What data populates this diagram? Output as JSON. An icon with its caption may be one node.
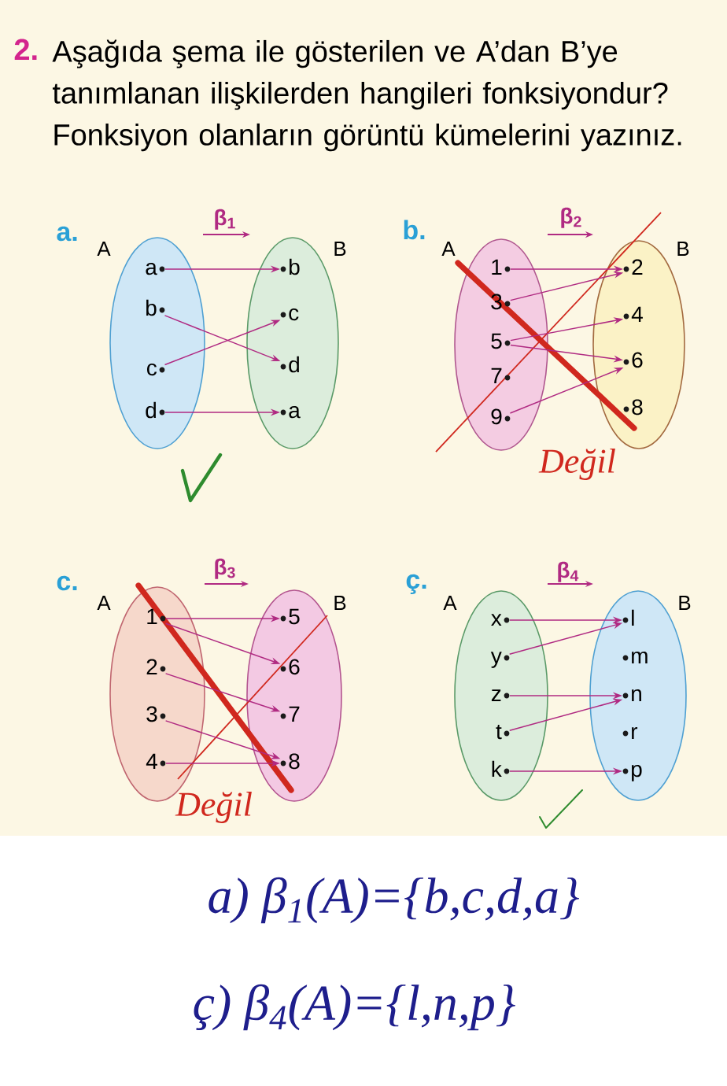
{
  "diagram": {
    "title": "Aşağıda şema ile gösterilen ve A’dan B’ye tanımlanan ilişkilerden hangileri fonksiyondur? Fonksiyon olanların görüntü kümelerini yazınız.",
    "nodes": [
      {
        "text": [
          "A"
        ]
      },
      {
        "text": [
          "a"
        ],
        "in": 0
      },
      {
        "text": [
          "b"
        ],
        "in": 0
      },
      {
        "text": [
          "c"
        ],
        "in": 0
      },
      {
        "text": [
          "d"
        ],
        "in": 0
      },
      {
        "text": [
          "B"
        ]
      },
      {
        "text": [
          "b"
        ],
        "in": 5
      },
      {
        "text": [
          "c"
        ],
        "in": 5
      },
      {
        "text": [
          "d"
        ],
        "in": 5
      },
      {
        "text": [
          "a"
        ],
        "in": 5
      },
      {
        "text": [
          "A"
        ]
      },
      {
        "text": [
          "1"
        ],
        "in": 10
      },
      {
        "text": [
          "3"
        ],
        "in": 10
      },
      {
        "text": [
          "5"
        ],
        "in": 10
      },
      {
        "text": [
          "7"
        ],
        "in": 10
      },
      {
        "text": [
          "9"
        ],
        "in": 10
      },
      {
        "text": [
          "B"
        ]
      },
      {
        "text": [
          "2"
        ],
        "in": 16
      },
      {
        "text": [
          "4"
        ],
        "in": 16
      },
      {
        "text": [
          "6"
        ],
        "in": 16
      },
      {
        "text": [
          "8"
        ],
        "in": 16
      },
      {
        "text": [
          "A"
        ]
      },
      {
        "text": [
          "1"
        ],
        "in": 21
      },
      {
        "text": [
          "2"
        ],
        "in": 21
      },
      {
        "text": [
          "3"
        ],
        "in": 21
      },
      {
        "text": [
          "4"
        ],
        "in": 21
      },
      {
        "text": [
          "B"
        ]
      },
      {
        "text": [
          "5"
        ],
        "in": 26
      },
      {
        "text": [
          "6"
        ],
        "in": 26
      },
      {
        "text": [
          "7"
        ],
        "in": 26
      },
      {
        "text": [
          "8"
        ],
        "in": 26
      },
      {
        "text": [
          "A"
        ]
      },
      {
        "text": [
          "x"
        ],
        "in": 31
      },
      {
        "text": [
          "y"
        ],
        "in": 31
      },
      {
        "text": [
          "z"
        ],
        "in": 31
      },
      {
        "text": [
          "t"
        ],
        "in": 31
      },
      {
        "text": [
          "k"
        ],
        "in": 31
      },
      {
        "text": [
          "B"
        ]
      },
      {
        "text": [
          "l"
        ],
        "in": 37
      },
      {
        "text": [
          "m"
        ],
        "in": 37
      },
      {
        "text": [
          "n"
        ],
        "in": 37
      },
      {
        "text": [
          "r"
        ],
        "in": 37
      },
      {
        "text": [
          "p"
        ],
        "in": 37
      }
    ],
    "edges": [
      {
        "from": 1,
        "to": 6,
        "arrow": "to"
      },
      {
        "from": 2,
        "to": 8,
        "arrow": "to"
      },
      {
        "from": 3,
        "to": 7,
        "arrow": "to"
      },
      {
        "from": 4,
        "to": 9,
        "arrow": "to"
      },
      {
        "from": 11,
        "to": 17,
        "arrow": "to"
      },
      {
        "from": 12,
        "to": 17,
        "arrow": "to"
      },
      {
        "from": 13,
        "to": 18,
        "arrow": "to"
      },
      {
        "from": 13,
        "to": 19,
        "arrow": "to"
      },
      {
        "from": 15,
        "to": 19,
        "arrow": "to"
      },
      {
        "from": 22,
        "to": 27,
        "arrow": "to"
      },
      {
        "from": 22,
        "to": 28,
        "arrow": "to"
      },
      {
        "from": 23,
        "to": 29,
        "arrow": "to"
      },
      {
        "from": 24,
        "to": 30,
        "arrow": "to"
      },
      {
        "from": 25,
        "to": 30,
        "arrow": "to"
      },
      {
        "from": 32,
        "to": 38,
        "arrow": "to"
      },
      {
        "from": 33,
        "to": 38,
        "arrow": "to"
      },
      {
        "from": 34,
        "to": 40,
        "arrow": "to"
      },
      {
        "from": 35,
        "to": 40,
        "arrow": "to"
      },
      {
        "from": 36,
        "to": 42,
        "arrow": "to"
      }
    ],
    "labels": [
      "2.",
      "a.",
      "β$_{1}$",
      "b.",
      "β$_{2}$",
      "Değil",
      "c.",
      "β$_{3}$",
      "ç.",
      "β$_{4}$",
      "Değil",
      "a) β$_{1}$(A)={b,c,d,a}",
      "ç) β$_{4}$(A)={l,n,p}"
    ]
  }
}
